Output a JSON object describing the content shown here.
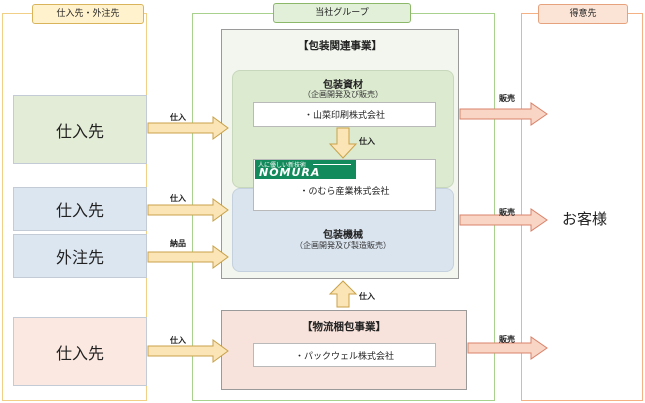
{
  "columns": {
    "left": "仕入先・外注先",
    "middle": "当社グループ",
    "right": "得意先"
  },
  "suppliers": {
    "s1": "仕入先",
    "s2": "仕入先",
    "s3": "外注先",
    "s4": "仕入先"
  },
  "packaging": {
    "title": "【包装関連事業】",
    "materials": {
      "title": "包装資材",
      "sub": "（企画開発及び販売）",
      "company": "・山菜印刷株式会社"
    },
    "nomura_logo": {
      "tagline": "人に優しい新技術",
      "wordmark": "NOMURA"
    },
    "nomura_company": "・のむら産業株式会社",
    "machinery": {
      "title": "包装機械",
      "sub": "（企画開発及び製造販売）"
    }
  },
  "logistics": {
    "title": "【物流梱包事業】",
    "company": "・パックウェル株式会社"
  },
  "labels": {
    "in1": "仕入",
    "in2": "仕入",
    "outsource": "納品",
    "in3": "仕入",
    "internal1": "仕入",
    "internal2": "仕入",
    "sales1": "販売",
    "sales2": "販売",
    "sales3": "販売"
  },
  "customer": "お客様",
  "colors": {
    "arrow_fill": "#fbe5b6",
    "arrow_stroke": "#c9a24a",
    "sales_fill": "#f8d5c4",
    "sales_stroke": "#d9826a",
    "left_frame": "#f2cf86",
    "middle_frame": "#a9d18e",
    "right_frame": "#f4b183",
    "logo_green": "#138a5b"
  }
}
